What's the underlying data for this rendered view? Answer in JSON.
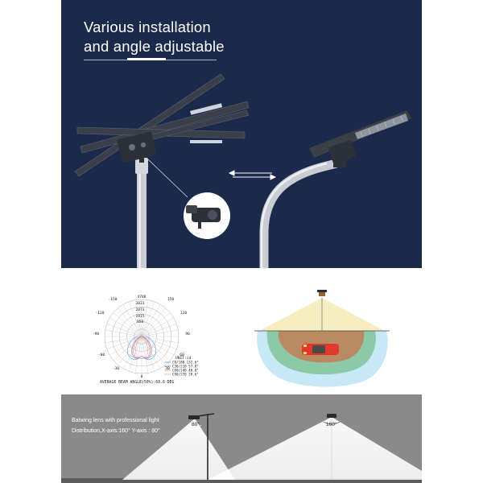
{
  "hero": {
    "title_line1": "Various installation",
    "title_line2": "and angle adjustable",
    "colors": {
      "background": "#1b2a4b",
      "lamp_body": "#3a3f4a",
      "pole": "#c9ccd3"
    },
    "icons": [
      "double-arrow-icon",
      "bracket-detail-icon"
    ]
  },
  "photometric_chart": {
    "top_label": "4788",
    "ring_labels": [
      "3831",
      "2873",
      "1915",
      "958"
    ],
    "angle_labels_left": [
      "-150",
      "-120",
      "-90",
      "-60",
      "-30"
    ],
    "angle_labels_right": [
      "150",
      "120",
      "90",
      "60",
      "30"
    ],
    "bottom_label": "0",
    "unit_label": "UNIT:cd",
    "legend": [
      {
        "label": "C0/180 132.6°",
        "color": "#6aa7e6"
      },
      {
        "label": "C30/210 57.8°",
        "color": "#9a70c9"
      },
      {
        "label": "C60/240 46.8°",
        "color": "#e79a58"
      },
      {
        "label": "C90/270 28.6°",
        "color": "#e9a8c6"
      }
    ],
    "footer": "AVERAGE BEAM ANGLE(50%):60.6 DEG"
  },
  "illumination_diagram": {
    "colors": {
      "outer": "#c6e8f7",
      "green": "#8cc9a6",
      "inner": "#b98a62",
      "car": "#e0392b",
      "light_cone": "#f6edc0"
    }
  },
  "beam_section": {
    "line1": "Batwing lens with professional light",
    "line2": "Distribution,X-axis:160° Y-axis : 80°",
    "angle_left": "80°",
    "angle_right": "160°",
    "colors": {
      "background": "#8a8a8a",
      "beam": "#ffffff"
    }
  }
}
